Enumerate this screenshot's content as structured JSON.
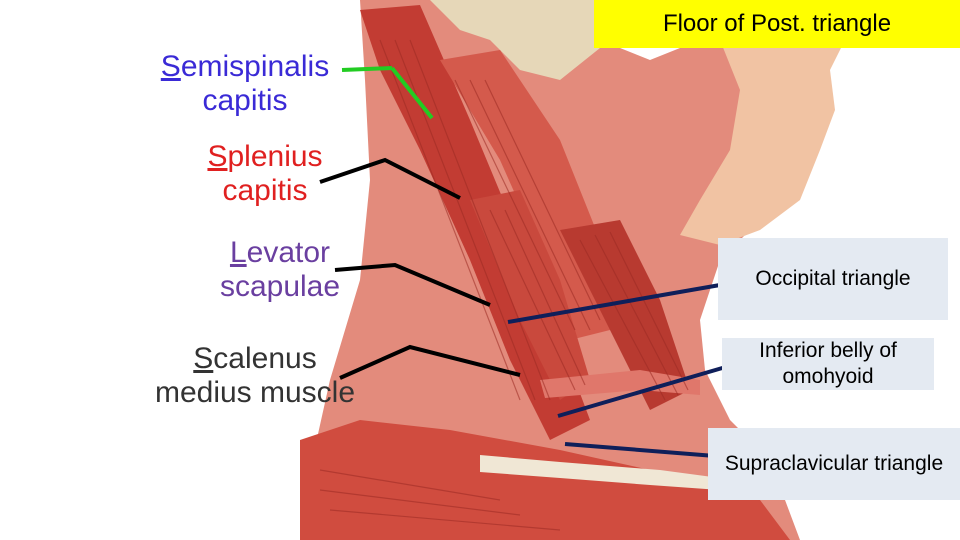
{
  "title": "Floor of Post. triangle",
  "labels": {
    "semispinalis": {
      "initial": "S",
      "rest": "emispinalis",
      "line2": "capitis",
      "color": "#3a2ad6"
    },
    "splenius": {
      "initial": "S",
      "rest": "plenius",
      "line2": "capitis",
      "color": "#e02020"
    },
    "levator": {
      "initial": "L",
      "rest": "evator",
      "line2": "scapulae",
      "color": "#6a3fa0"
    },
    "scalenus": {
      "initial": "S",
      "rest": "calenus",
      "line2": "medius muscle",
      "color": "#333333"
    }
  },
  "boxes": {
    "occipital": "Occipital triangle",
    "omohyoid": "Inferior belly of omohyoid",
    "supraclavicular": "Supraclavicular triangle"
  },
  "colors": {
    "pointer_green": "#22cc22",
    "pointer_black": "#000000",
    "pointer_navy": "#0f1f5a",
    "muscle": "#c8443a",
    "muscle_light": "#e0776b",
    "skin": "#f1c3a3",
    "bone": "#e6d7b8"
  }
}
